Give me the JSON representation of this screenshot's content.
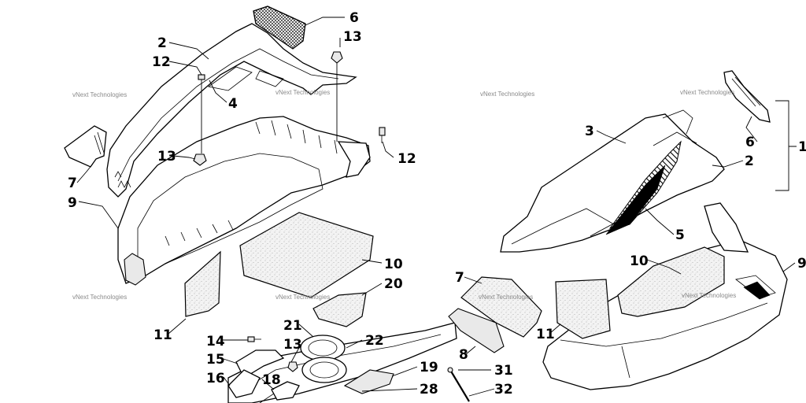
{
  "callouts": [
    {
      "label": "6"
    },
    {
      "label": "13"
    },
    {
      "label": "2"
    },
    {
      "label": "12"
    },
    {
      "label": "4"
    },
    {
      "label": "12"
    },
    {
      "label": "13"
    },
    {
      "label": "7"
    },
    {
      "label": "9"
    },
    {
      "label": "10"
    },
    {
      "label": "20"
    },
    {
      "label": "11"
    },
    {
      "label": "21"
    },
    {
      "label": "22"
    },
    {
      "label": "14"
    },
    {
      "label": "13"
    },
    {
      "label": "15"
    },
    {
      "label": "16"
    },
    {
      "label": "18"
    },
    {
      "label": "19"
    },
    {
      "label": "28"
    },
    {
      "label": "3"
    },
    {
      "label": "6"
    },
    {
      "label": "1"
    },
    {
      "label": "2"
    },
    {
      "label": "5"
    },
    {
      "label": "10"
    },
    {
      "label": "9"
    },
    {
      "label": "7"
    },
    {
      "label": "11"
    },
    {
      "label": "8"
    },
    {
      "label": "31"
    },
    {
      "label": "32"
    }
  ],
  "watermark_text": "vNext Technologies"
}
